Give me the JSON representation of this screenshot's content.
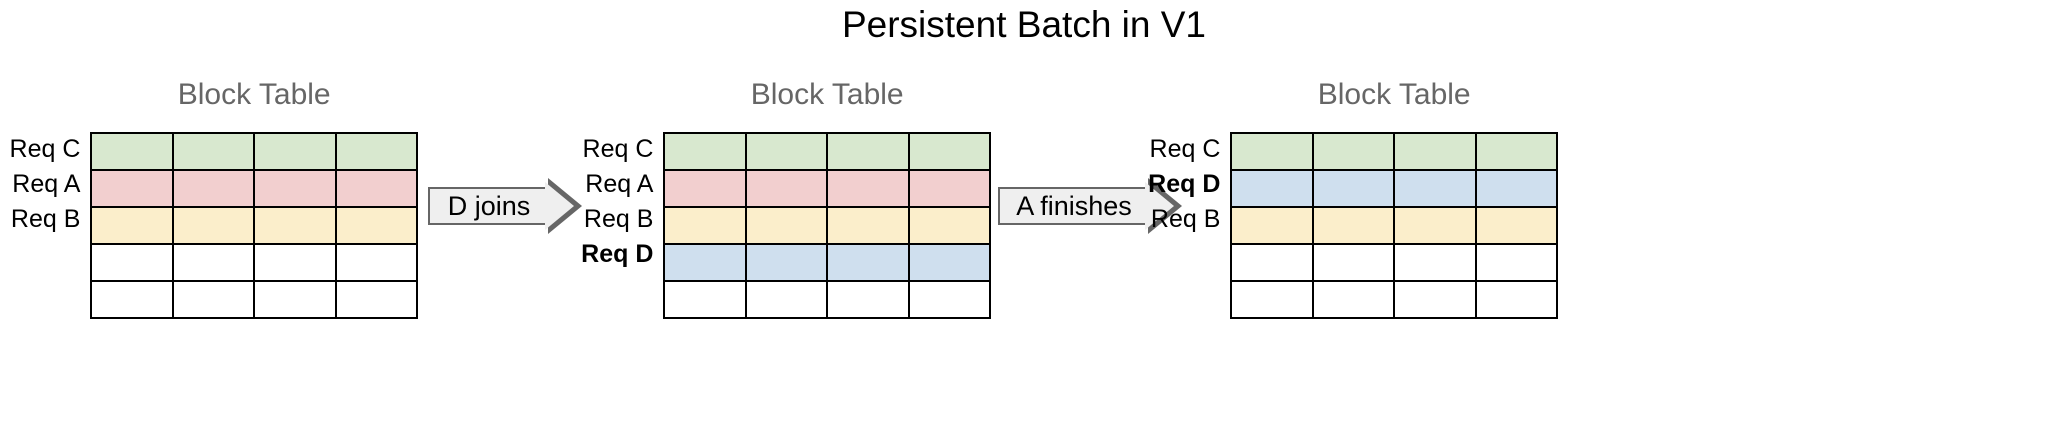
{
  "title": "Persistent Batch in V1",
  "colors": {
    "green": "#d8e8cf",
    "pink": "#f2cfcf",
    "yellow": "#fbeecb",
    "blue": "#cfdfee",
    "empty": "#ffffff",
    "grid_line": "#000000",
    "arrow_fill": "#efefef",
    "arrow_border": "#666666",
    "panel_title": "#666666",
    "text": "#000000"
  },
  "grid": {
    "columns": 4,
    "rows": 5
  },
  "panels": [
    {
      "title": "Block Table",
      "rows": [
        {
          "label": "Req C",
          "color": "green",
          "bold": false,
          "filled": true
        },
        {
          "label": "Req A",
          "color": "pink",
          "bold": false,
          "filled": true
        },
        {
          "label": "Req B",
          "color": "yellow",
          "bold": false,
          "filled": true
        },
        {
          "label": "",
          "color": "empty",
          "bold": false,
          "filled": false
        },
        {
          "label": "",
          "color": "empty",
          "bold": false,
          "filled": false
        }
      ]
    },
    {
      "title": "Block Table",
      "rows": [
        {
          "label": "Req C",
          "color": "green",
          "bold": false,
          "filled": true
        },
        {
          "label": "Req A",
          "color": "pink",
          "bold": false,
          "filled": true
        },
        {
          "label": "Req B",
          "color": "yellow",
          "bold": false,
          "filled": true
        },
        {
          "label": "Req D",
          "color": "blue",
          "bold": true,
          "filled": true
        },
        {
          "label": "",
          "color": "empty",
          "bold": false,
          "filled": false
        }
      ]
    },
    {
      "title": "Block Table",
      "rows": [
        {
          "label": "Req C",
          "color": "green",
          "bold": false,
          "filled": true
        },
        {
          "label": "Req D",
          "color": "blue",
          "bold": true,
          "filled": true
        },
        {
          "label": "Req B",
          "color": "yellow",
          "bold": false,
          "filled": true
        },
        {
          "label": "",
          "color": "empty",
          "bold": false,
          "filled": false
        },
        {
          "label": "",
          "color": "empty",
          "bold": false,
          "filled": false
        }
      ]
    }
  ],
  "arrows": [
    {
      "label": "D joins"
    },
    {
      "label": "A finishes"
    }
  ]
}
